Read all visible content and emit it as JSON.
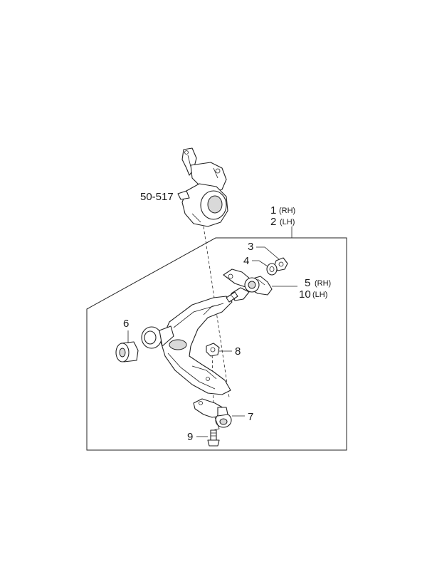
{
  "labels": {
    "knuckle_ref": "50-517",
    "part1": "1",
    "part1_side": "(RH)",
    "part2": "2",
    "part2_side": "(LH)",
    "part3": "3",
    "part4": "4",
    "part5": "5",
    "part5_side": "(RH)",
    "part10": "10",
    "part10_side": "(LH)",
    "part6": "6",
    "part7": "7",
    "part8": "8",
    "part9": "9"
  }
}
